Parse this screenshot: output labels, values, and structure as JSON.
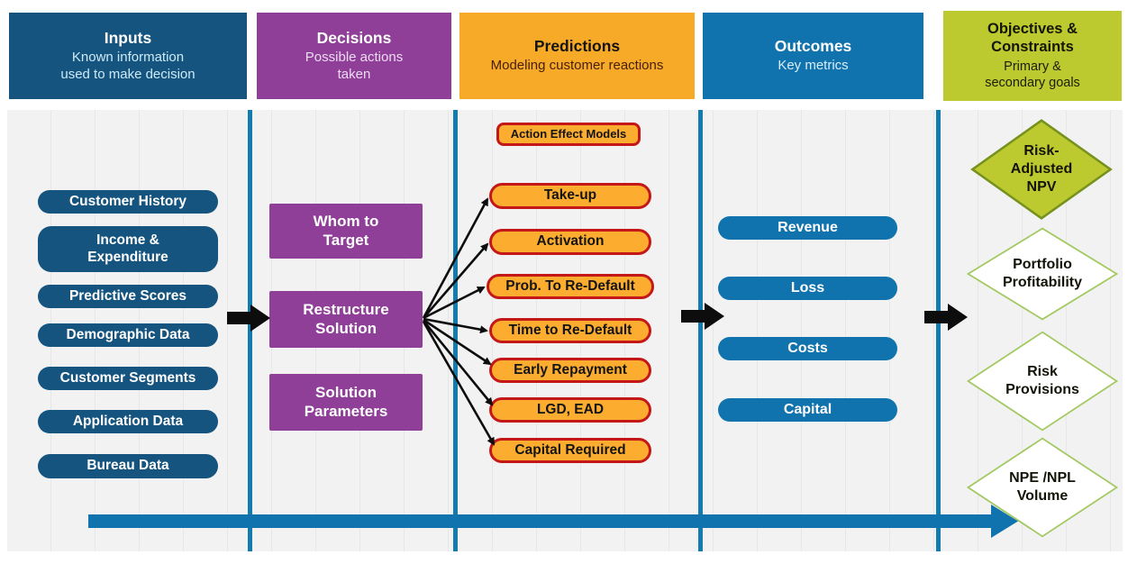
{
  "diagram": {
    "headers": {
      "inputs": {
        "title": "Inputs",
        "subtitle": "Known information\nused to make decision"
      },
      "decisions": {
        "title": "Decisions",
        "subtitle": "Possible actions\ntaken"
      },
      "predictions": {
        "title": "Predictions",
        "subtitle": "Modeling customer reactions"
      },
      "outcomes": {
        "title": "Outcomes",
        "subtitle": "Key metrics"
      },
      "objectives": {
        "title": "Objectives &\nConstraints",
        "subtitle": "Primary &\nsecondary goals"
      }
    },
    "inputs": {
      "items": [
        "Customer History",
        "Income &\nExpenditure",
        "Predictive Scores",
        "Demographic Data",
        "Customer Segments",
        "Application Data",
        "Bureau Data"
      ]
    },
    "decisions": {
      "items": [
        "Whom to\nTarget",
        "Restructure\nSolution",
        "Solution\nParameters"
      ]
    },
    "predictions": {
      "badge": "Action Effect Models",
      "items": [
        "Take-up",
        "Activation",
        "Prob. To Re-Default",
        "Time to Re-Default",
        "Early Repayment",
        "LGD, EAD",
        "Capital Required"
      ]
    },
    "outcomes": {
      "items": [
        "Revenue",
        "Loss",
        "Costs",
        "Capital"
      ]
    },
    "objectives": {
      "items": [
        "Risk-\nAdjusted\nNPV",
        "Portfolio\nProfitability",
        "Risk\nProvisions",
        "NPE /NPL\nVolume"
      ]
    },
    "colors": {
      "input_blue": "#15547f",
      "decision_purple": "#8f3f98",
      "prediction_orange_header": "#f7a928",
      "prediction_orange_pill": "#fcac2f",
      "prediction_red_border": "#c41818",
      "outcome_blue": "#1173ae",
      "objective_green": "#bcca2f",
      "objective_green_border": "#76921e",
      "objective_light_green_border": "#a3c963",
      "divider_blue": "#137cad",
      "arrow_black": "#0d0d0d"
    }
  }
}
